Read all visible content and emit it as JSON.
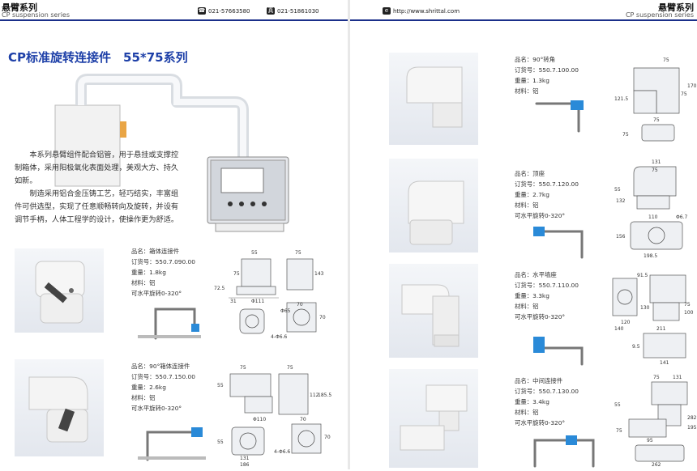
{
  "left": {
    "header": {
      "title": "悬臂系列",
      "subtitle": "CP suspension series",
      "phone_icon": "phone-icon",
      "phone": "021-57663580",
      "fax_icon": "fax-icon",
      "fax_label": "真",
      "fax": "021-51861030"
    },
    "main_title": "CP标准旋转连接件　55*75系列",
    "intro": [
      "本系列悬臂组件配合铝管，用于悬挂或支撑控制箱体，采用阳极氧化表面处理，美观大方、持久如新。",
      "制造采用铝合金压铸工艺，轻巧结实，丰富组件可供选型，实现了任意顺畅转向及旋转，并设有调节手柄，人体工程学的设计，使操作更为舒适。"
    ],
    "products": [
      {
        "name": "品名：箱体连接件",
        "order": "订货号：550.7.090.00",
        "weight": "重量：1.8kg",
        "material": "材料：铝",
        "rotation": "可水平旋转0-320°",
        "dims": [
          "55",
          "75",
          "143",
          "75",
          "72.5",
          "31",
          "Φ111",
          "Φ65",
          "70",
          "70",
          "4-Φ6.6"
        ]
      },
      {
        "name": "品名：90°箱体连接件",
        "order": "订货号：550.7.150.00",
        "weight": "重量：2.6kg",
        "material": "材料：铝",
        "rotation": "可水平旋转0-320°",
        "dims": [
          "75",
          "55",
          "75",
          "112",
          "185.5",
          "Φ110",
          "70",
          "70",
          "4-Φ6.6",
          "131",
          "186",
          "55"
        ]
      }
    ]
  },
  "right": {
    "header": {
      "title": "悬臂系列",
      "subtitle": "CP suspension series",
      "web_icon": "globe-icon",
      "web": "http://www.shrittal.com"
    },
    "products": [
      {
        "name": "品名：90°转角",
        "order": "订货号：550.7.100.00",
        "weight": "重量：1.3kg",
        "material": "材料：铝",
        "rotation": "",
        "dims": [
          "75",
          "170",
          "121.5",
          "75",
          "75",
          "75"
        ]
      },
      {
        "name": "品名：顶座",
        "order": "订货号：550.7.120.00",
        "weight": "重量：2.7kg",
        "material": "材料：铝",
        "rotation": "可水平旋转0-320°",
        "dims": [
          "131",
          "75",
          "55",
          "110",
          "132",
          "Φ6.7",
          "198.5",
          "156"
        ]
      },
      {
        "name": "品名：水平墙座",
        "order": "订货号：550.7.110.00",
        "weight": "重量：3.3kg",
        "material": "材料：铝",
        "rotation": "可水平旋转0-320°",
        "dims": [
          "91.5",
          "120",
          "140",
          "75",
          "100",
          "130",
          "211",
          "141",
          "9.5"
        ]
      },
      {
        "name": "品名：中间连接件",
        "order": "订货号：550.7.130.00",
        "weight": "重量：3.4kg",
        "material": "材料：铝",
        "rotation": "可水平旋转0-320°",
        "dims": [
          "131",
          "75",
          "55",
          "282",
          "195",
          "75",
          "95",
          "262"
        ]
      }
    ]
  }
}
